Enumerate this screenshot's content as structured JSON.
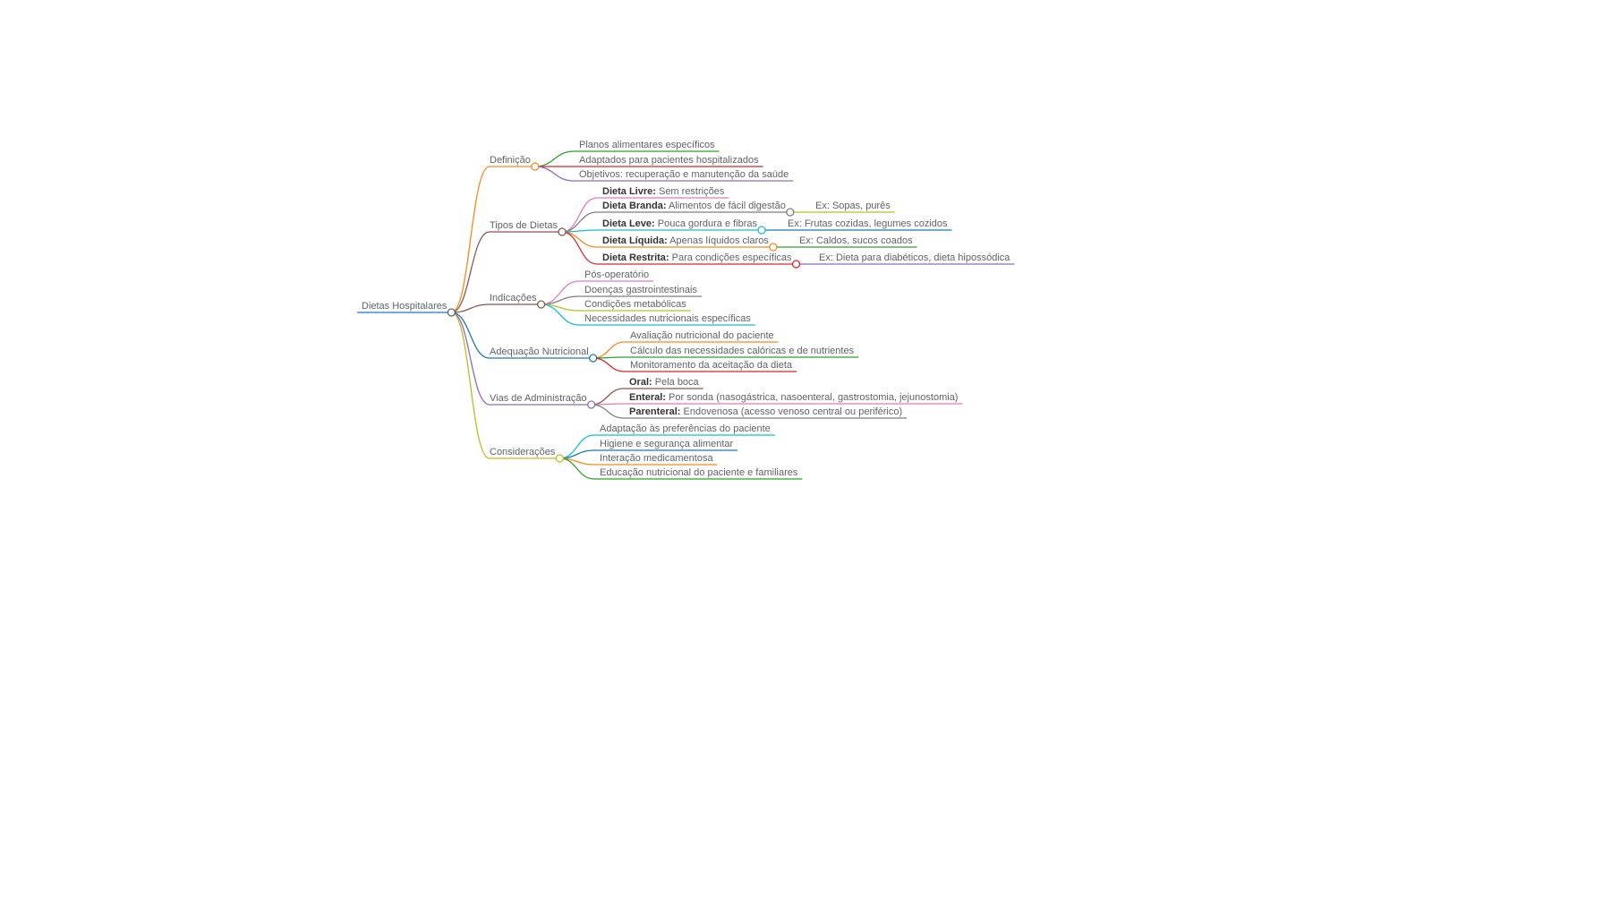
{
  "root": {
    "label": "Dietas Hospitalares",
    "color": "#1a73e8"
  },
  "branches": [
    {
      "label": "Definição",
      "color": "#f6891f",
      "children": [
        {
          "text": "Planos alimentares específicos",
          "color": "#2ca02c"
        },
        {
          "text": "Adaptados para pacientes hospitalizados",
          "color": "#d62728"
        },
        {
          "text": "Objetivos: recuperação e manutenção da saúde",
          "color": "#9467bd"
        }
      ]
    },
    {
      "label": "Tipos de Dietas",
      "color": "#8c564b",
      "children": [
        {
          "bold": "Dieta Livre:",
          "text": " Sem restrições",
          "color": "#e377c2"
        },
        {
          "bold": "Dieta Branda:",
          "text": " Alimentos de fácil digestão",
          "color": "#7f7f7f",
          "example": {
            "text": "Ex: Sopas, purês",
            "color": "#bcbd22"
          }
        },
        {
          "bold": "Dieta Leve:",
          "text": " Pouca gordura e fibras",
          "color": "#17becf",
          "example": {
            "text": "Ex: Frutas cozidas, legumes cozidos",
            "color": "#1f77b4"
          }
        },
        {
          "bold": "Dieta Líquida:",
          "text": " Apenas líquidos claros",
          "color": "#f6891f",
          "example": {
            "text": "Ex: Caldos, sucos coados",
            "color": "#2ca02c"
          }
        },
        {
          "bold": "Dieta Restrita:",
          "text": " Para condições específicas",
          "color": "#d62728",
          "example": {
            "text": "Ex: Dieta para diabéticos, dieta hipossódica",
            "color": "#9467bd"
          }
        }
      ]
    },
    {
      "label": "Indicações",
      "color": "#8c564b",
      "children": [
        {
          "text": "Pós-operatório",
          "color": "#e377c2"
        },
        {
          "text": "Doenças gastrointestinais",
          "color": "#7f7f7f"
        },
        {
          "text": "Condições metabólicas",
          "color": "#bcbd22"
        },
        {
          "text": "Necessidades nutricionais específicas",
          "color": "#17becf"
        }
      ]
    },
    {
      "label": "Adequação Nutricional",
      "color": "#1f77b4",
      "children": [
        {
          "text": "Avaliação nutricional do paciente",
          "color": "#f6891f"
        },
        {
          "text": "Cálculo das necessidades calóricas e de nutrientes",
          "color": "#2ca02c"
        },
        {
          "text": "Monitoramento da aceitação da dieta",
          "color": "#d62728"
        }
      ]
    },
    {
      "label": "Vias de Administração",
      "color": "#9467bd",
      "children": [
        {
          "bold": "Oral:",
          "text": " Pela boca",
          "color": "#8c564b"
        },
        {
          "bold": "Enteral:",
          "text": " Por sonda (nasogástrica, nasoenteral, gastrostomia, jejunostomia)",
          "color": "#e377c2"
        },
        {
          "bold": "Parenteral:",
          "text": " Endovenosa (acesso venoso central ou periférico)",
          "color": "#7f7f7f"
        }
      ]
    },
    {
      "label": "Considerações",
      "color": "#bcbd22",
      "children": [
        {
          "text": "Adaptação às preferências do paciente",
          "color": "#17becf"
        },
        {
          "text": "Higiene e segurança alimentar",
          "color": "#1f77b4"
        },
        {
          "text": "Interação medicamentosa",
          "color": "#f6891f"
        },
        {
          "text": "Educação nutricional do paciente e familiares",
          "color": "#2ca02c"
        }
      ]
    }
  ]
}
